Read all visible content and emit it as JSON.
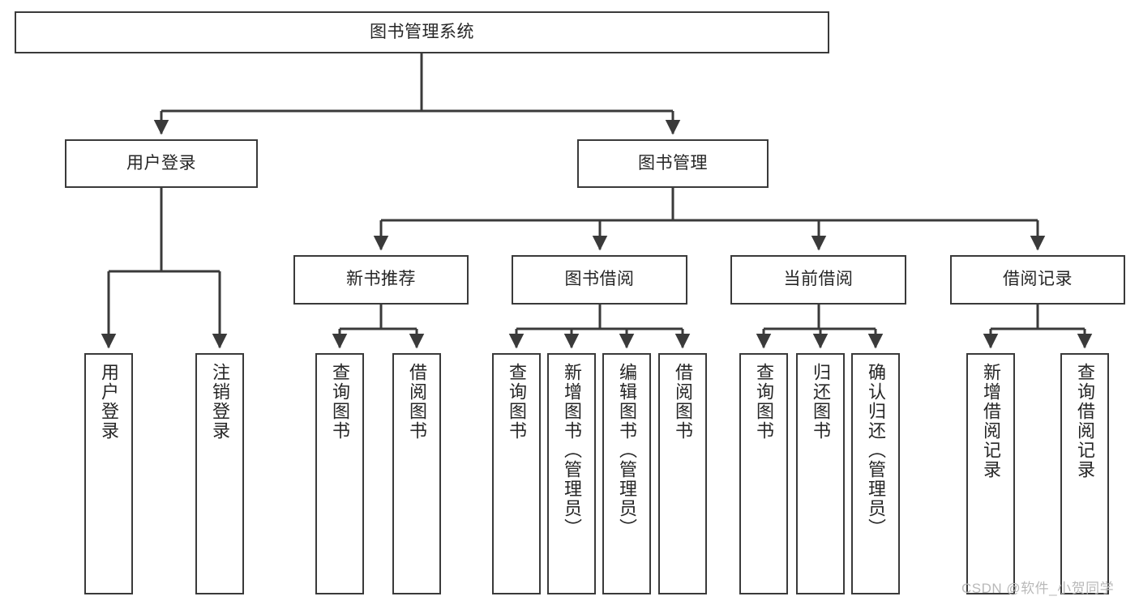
{
  "diagram": {
    "title": "图书管理系统",
    "type": "tree-hierarchy-flowchart",
    "line_color": "#3a3a3a",
    "box_fill": "#ffffff",
    "text_color": "#262626",
    "watermark": "CSDN @软件_小贺同学",
    "nodes": {
      "root": {
        "label": "图书管理系统"
      },
      "level2": [
        {
          "id": "user-login",
          "label": "用户登录"
        },
        {
          "id": "book-manage",
          "label": "图书管理"
        }
      ],
      "level3": [
        {
          "id": "new-book-recommend",
          "label": "新书推荐"
        },
        {
          "id": "book-borrow",
          "label": "图书借阅"
        },
        {
          "id": "current-borrow",
          "label": "当前借阅"
        },
        {
          "id": "borrow-record",
          "label": "借阅记录"
        }
      ],
      "leaves": {
        "user_login": [
          {
            "id": "leaf-user-login",
            "label": "用户登录"
          },
          {
            "id": "leaf-logout-login",
            "label": "注销登录"
          }
        ],
        "new_book_recommend": [
          {
            "id": "leaf-query-book-1",
            "label": "查询图书"
          },
          {
            "id": "leaf-borrow-book-1",
            "label": "借阅图书"
          }
        ],
        "book_borrow": [
          {
            "id": "leaf-query-book-2",
            "label": "查询图书"
          },
          {
            "id": "leaf-add-book",
            "label": "新增图书（管理员）"
          },
          {
            "id": "leaf-edit-book",
            "label": "编辑图书（管理员）"
          },
          {
            "id": "leaf-borrow-book-2",
            "label": "借阅图书"
          }
        ],
        "current_borrow": [
          {
            "id": "leaf-query-book-3",
            "label": "查询图书"
          },
          {
            "id": "leaf-return-book",
            "label": "归还图书"
          },
          {
            "id": "leaf-confirm-return",
            "label": "确认归还（管理员）"
          }
        ],
        "borrow_record": [
          {
            "id": "leaf-add-record",
            "label": "新增借阅记录"
          },
          {
            "id": "leaf-query-record",
            "label": "查询借阅记录"
          }
        ]
      }
    }
  }
}
